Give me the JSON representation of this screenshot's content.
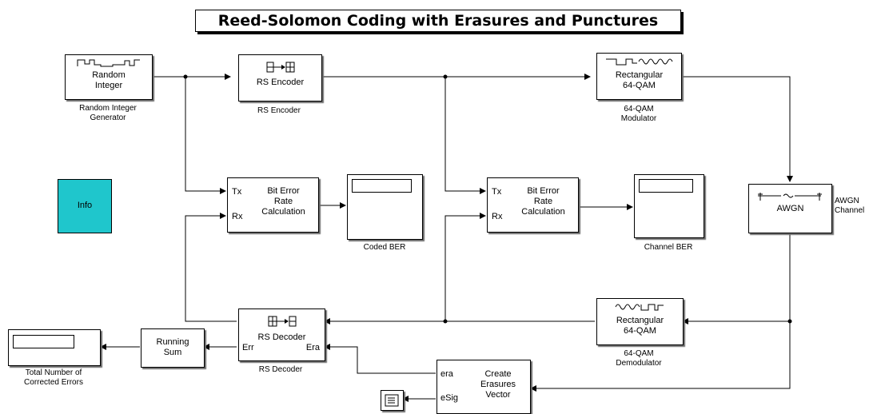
{
  "title": "Reed-Solomon Coding with Erasures and Punctures",
  "blocks": {
    "random_integer": {
      "text": "Random\nInteger",
      "label": "Random Integer\nGenerator"
    },
    "rs_encoder": {
      "text": "RS Encoder",
      "label": "RS Encoder"
    },
    "modulator": {
      "text": "Rectangular\n64-QAM",
      "label": "64-QAM\nModulator"
    },
    "info": {
      "text": "Info"
    },
    "coded_ber_calc": {
      "tx": "Tx",
      "rx": "Rx",
      "text": "Bit Error\nRate\nCalculation"
    },
    "coded_ber_display": {
      "label": "Coded BER"
    },
    "channel_ber_calc": {
      "tx": "Tx",
      "rx": "Rx",
      "text": "Bit Error\nRate\nCalculation"
    },
    "channel_ber_display": {
      "label": "Channel BER"
    },
    "awgn": {
      "text": "AWGN",
      "label": "AWGN\nChannel"
    },
    "demodulator": {
      "text": "Rectangular\n64-QAM",
      "label": "64-QAM\nDemodulator"
    },
    "rs_decoder": {
      "text": "RS Decoder",
      "err": "Err",
      "era": "Era",
      "label": "RS Decoder"
    },
    "running_sum": {
      "text": "Running\nSum"
    },
    "total_display": {
      "label": "Total Number of\nCorrected Errors"
    },
    "create_erasures": {
      "era": "era",
      "esig": "eSig",
      "text": "Create\nErasures\nVector"
    }
  },
  "colors": {
    "info_block": "#1fc6cc",
    "wire": "#000000",
    "shadow": "#6a6a6a"
  }
}
